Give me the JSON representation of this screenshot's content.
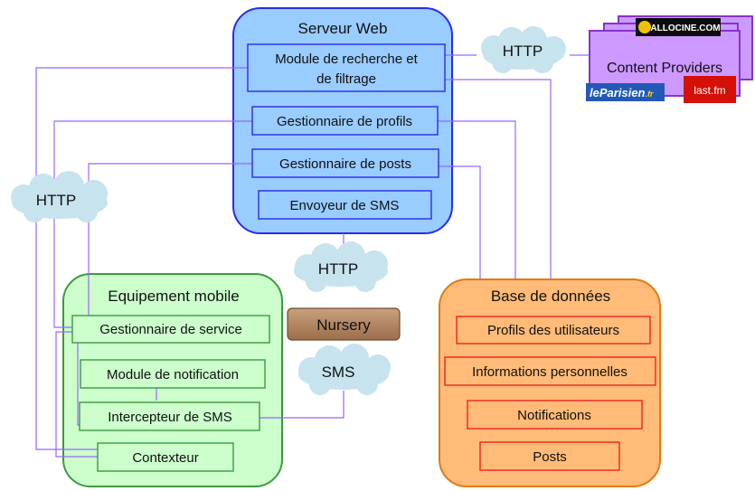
{
  "server": {
    "title": "Serveur Web",
    "modules": [
      [
        "Module de recherche et",
        "de filtrage"
      ],
      "Gestionnaire de profils",
      "Gestionnaire de posts",
      "Envoyeur de SMS"
    ]
  },
  "mobile": {
    "title": "Equipement mobile",
    "modules": [
      "Gestionnaire de service",
      "Module de notification",
      "Intercepteur de SMS",
      "Contexteur"
    ]
  },
  "database": {
    "title": "Base de données",
    "tables": [
      "Profils des utilisateurs",
      "Informations personnelles",
      "Notifications",
      "Posts"
    ]
  },
  "clouds": {
    "http_top": "HTTP",
    "http_left": "HTTP",
    "http_middle": "HTTP",
    "sms": "SMS"
  },
  "nursery": "Nursery",
  "content_providers": {
    "label": "Content Providers",
    "logos": {
      "allocine": "ALLOCINE.COM",
      "leparisien": "leParisien",
      "leparisien_suffix": ".fr",
      "lastfm": "last.fm"
    }
  },
  "colors": {
    "server_fill": "#99ccff",
    "server_border": "#2a2aee",
    "mobile_fill": "#ccffcc",
    "mobile_border": "#3c9a3c",
    "db_fill": "#ffbb77",
    "db_border": "#e07a10",
    "db_table_border": "#ee2222",
    "cloud_fill": "#c6e3ee",
    "nursery_fill": "#b98a62",
    "content_fill": "#cc99ff",
    "content_border": "#8833cc",
    "connector": "#9966ff"
  }
}
